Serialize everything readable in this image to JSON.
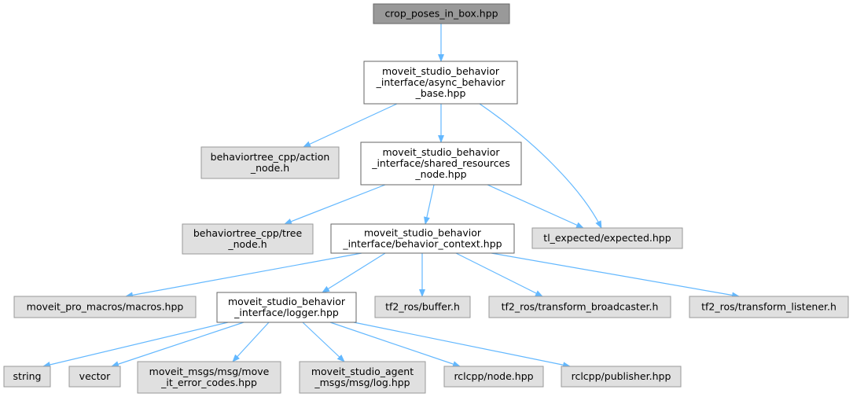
{
  "title": "crop_poses_in_box.hpp",
  "colors": {
    "edge": "#63b8ff",
    "root_fill": "#999999",
    "root_stroke": "#666666",
    "leaf_fill": "#e0e0e0",
    "leaf_stroke": "#999999",
    "node_fill": "#ffffff",
    "node_stroke": "#666666"
  },
  "nodes": [
    {
      "id": "root",
      "style": "root",
      "lines": [
        "crop_poses_in_box.hpp"
      ]
    },
    {
      "id": "async",
      "style": "node",
      "lines": [
        "moveit_studio_behavior",
        "_interface/async_behavior",
        "_base.hpp"
      ]
    },
    {
      "id": "action_node",
      "style": "leaf",
      "lines": [
        "behaviortree_cpp/action",
        "_node.h"
      ]
    },
    {
      "id": "shared",
      "style": "node",
      "lines": [
        "moveit_studio_behavior",
        "_interface/shared_resources",
        "_node.hpp"
      ]
    },
    {
      "id": "tree_node",
      "style": "leaf",
      "lines": [
        "behaviortree_cpp/tree",
        "_node.h"
      ]
    },
    {
      "id": "context",
      "style": "node",
      "lines": [
        "moveit_studio_behavior",
        "_interface/behavior_context.hpp"
      ]
    },
    {
      "id": "expected",
      "style": "leaf",
      "lines": [
        "tl_expected/expected.hpp"
      ]
    },
    {
      "id": "macros",
      "style": "leaf",
      "lines": [
        "moveit_pro_macros/macros.hpp"
      ]
    },
    {
      "id": "logger",
      "style": "node",
      "lines": [
        "moveit_studio_behavior",
        "_interface/logger.hpp"
      ]
    },
    {
      "id": "buffer",
      "style": "leaf",
      "lines": [
        "tf2_ros/buffer.h"
      ]
    },
    {
      "id": "broadcaster",
      "style": "leaf",
      "lines": [
        "tf2_ros/transform_broadcaster.h"
      ]
    },
    {
      "id": "listener",
      "style": "leaf",
      "lines": [
        "tf2_ros/transform_listener.h"
      ]
    },
    {
      "id": "string",
      "style": "leaf",
      "lines": [
        "string"
      ]
    },
    {
      "id": "vector",
      "style": "leaf",
      "lines": [
        "vector"
      ]
    },
    {
      "id": "error_codes",
      "style": "leaf",
      "lines": [
        "moveit_msgs/msg/move",
        "_it_error_codes.hpp"
      ]
    },
    {
      "id": "log",
      "style": "leaf",
      "lines": [
        "moveit_studio_agent",
        "_msgs/msg/log.hpp"
      ]
    },
    {
      "id": "rclcpp_node",
      "style": "leaf",
      "lines": [
        "rclcpp/node.hpp"
      ]
    },
    {
      "id": "publisher",
      "style": "leaf",
      "lines": [
        "rclcpp/publisher.hpp"
      ]
    }
  ],
  "edges": [
    {
      "from": "root",
      "to": "async"
    },
    {
      "from": "async",
      "to": "action_node"
    },
    {
      "from": "async",
      "to": "shared"
    },
    {
      "from": "async",
      "to": "expected"
    },
    {
      "from": "shared",
      "to": "tree_node"
    },
    {
      "from": "shared",
      "to": "context"
    },
    {
      "from": "shared",
      "to": "expected"
    },
    {
      "from": "context",
      "to": "macros"
    },
    {
      "from": "context",
      "to": "logger"
    },
    {
      "from": "context",
      "to": "buffer"
    },
    {
      "from": "context",
      "to": "broadcaster"
    },
    {
      "from": "context",
      "to": "listener"
    },
    {
      "from": "logger",
      "to": "string"
    },
    {
      "from": "logger",
      "to": "vector"
    },
    {
      "from": "logger",
      "to": "error_codes"
    },
    {
      "from": "logger",
      "to": "log"
    },
    {
      "from": "logger",
      "to": "rclcpp_node"
    },
    {
      "from": "logger",
      "to": "publisher"
    }
  ]
}
